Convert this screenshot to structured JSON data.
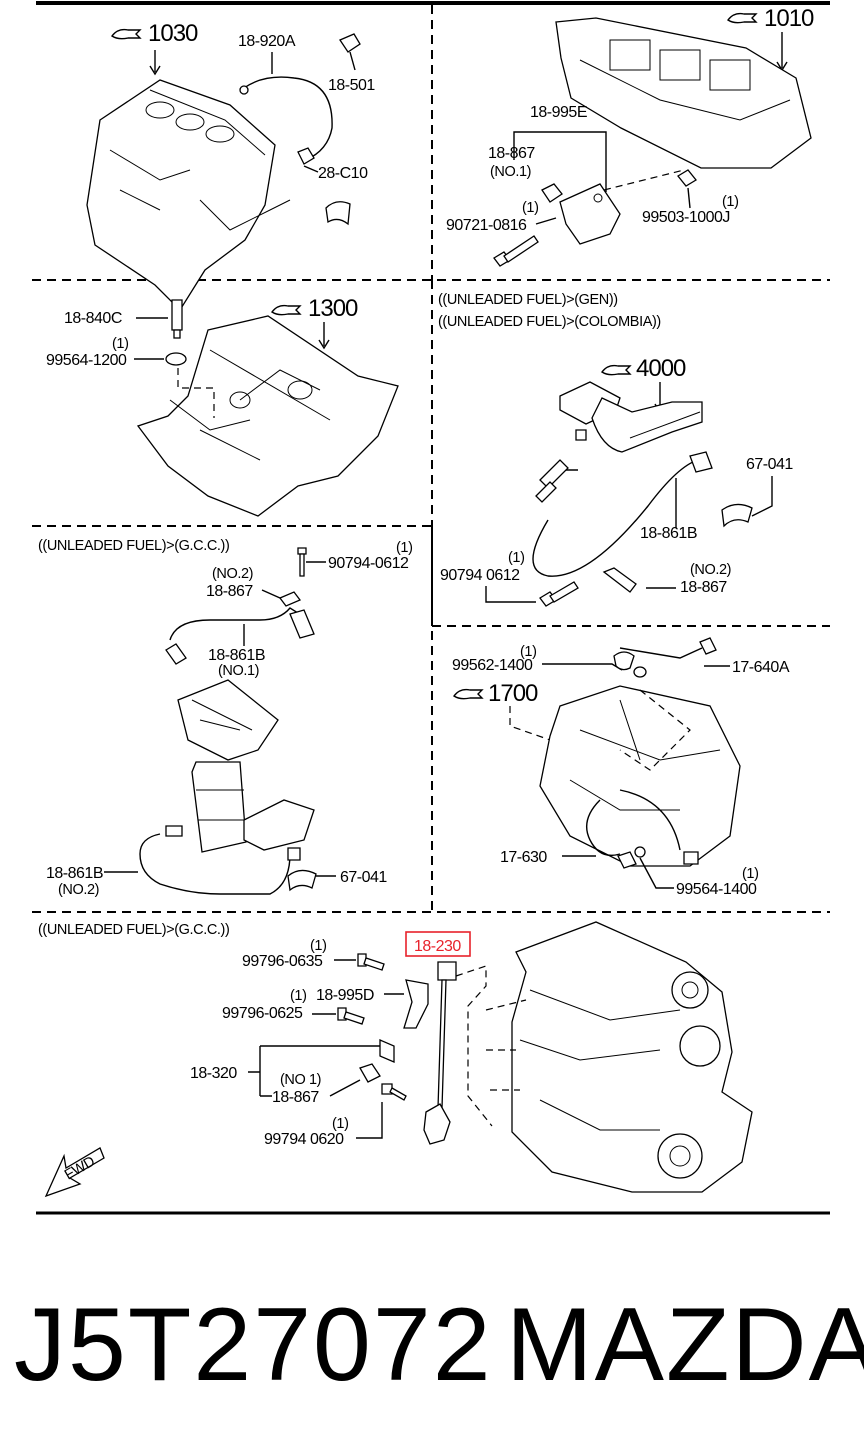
{
  "diagram": {
    "panels": {
      "p1030": {
        "ref": "1030",
        "labels": {
          "sensor_wire": "18-920A",
          "switch": "18-501",
          "clamp": "28-C10"
        }
      },
      "p1010": {
        "ref": "1010",
        "labels": {
          "bracket": "18-995E",
          "sensor": "18-867",
          "sensor_note": "(NO.1)",
          "bolt_qty": "(1)",
          "bolt": "90721-0816",
          "plug_qty": "(1)",
          "plug": "99503-1000J"
        }
      },
      "p1300": {
        "ref": "1300",
        "labels": {
          "sensor": "18-840C",
          "gasket_qty": "(1)",
          "gasket": "99564-1200"
        }
      },
      "p4000": {
        "ref": "4000",
        "conditions": [
          "((UNLEADED FUEL)>(GEN))",
          "((UNLEADED FUEL)>(COLOMBIA))"
        ],
        "labels": {
          "clip": "67-041",
          "o2_sensor": "18-861B",
          "bolt_qty": "(1)",
          "bolt": "90794 0612",
          "sensor_note": "(NO.2)",
          "sensor": "18-867"
        }
      },
      "gcc_mid": {
        "conditions": [
          "((UNLEADED FUEL)>(G.C.C.))"
        ],
        "labels": {
          "bolt_qty": "(1)",
          "bolt": "90794-0612",
          "sensor_note": "(NO.2)",
          "sensor": "18-867",
          "o2_front": "18-861B",
          "o2_front_note": "(NO.1)",
          "o2_rear": "18-861B",
          "o2_rear_note": "(NO.2)",
          "clip": "67-041"
        }
      },
      "p1700": {
        "ref": "1700",
        "labels": {
          "gasket_qty": "(1)",
          "gasket": "99562-1400",
          "sensor": "17-640A",
          "harness": "17-630",
          "plug_qty": "(1)",
          "plug": "99564-1400"
        }
      },
      "gcc_bottom": {
        "conditions": [
          "((UNLEADED FUEL)>(G.C.C.))"
        ],
        "labels": {
          "highlight": "18-230",
          "bolt1_qty": "(1)",
          "bolt1": "99796-0635",
          "bracket_qty": "(1)",
          "bracket": "18-995D",
          "bolt2": "99796-0625",
          "group": "18-320",
          "sensor_note": "(NO 1)",
          "sensor": "18-867",
          "bolt3_qty": "(1)",
          "bolt3": "99794 0620",
          "fwd": "FWD"
        }
      }
    }
  },
  "caption": {
    "part_number": "J5T27072",
    "brand": "MAZDA"
  }
}
